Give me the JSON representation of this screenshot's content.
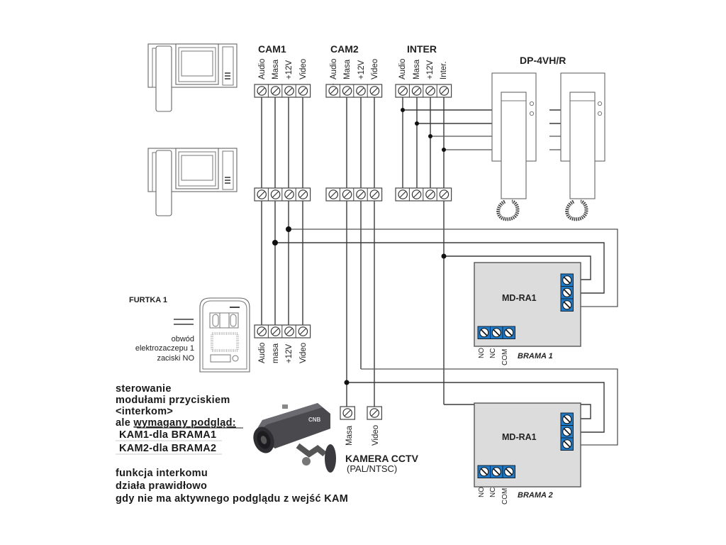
{
  "groups": {
    "cam1": {
      "title": "CAM1",
      "labels": [
        "Audio",
        "Masa",
        "+12V",
        "Video"
      ]
    },
    "cam2": {
      "title": "CAM2",
      "labels": [
        "Audio",
        "Masa",
        "+12V",
        "Video"
      ]
    },
    "inter": {
      "title": "INTER",
      "labels": [
        "Audio",
        "Masa",
        "+12V",
        "Inter."
      ]
    }
  },
  "doorphone": {
    "title": "DP-4VH/R"
  },
  "furtka": {
    "title": "FURTKA 1",
    "note_lines": [
      "obwód",
      "elektrozaczepu 1",
      "zaciski NO"
    ],
    "terminal_labels": [
      "Audio",
      "masa",
      "+12V",
      "Video"
    ]
  },
  "camera": {
    "title": "KAMERA CCTV",
    "subtitle": "(PAL/NTSC)",
    "terminal_labels": [
      "Masa",
      "Video"
    ],
    "brand": "CNB"
  },
  "modules": [
    {
      "name": "MD-RA1",
      "gate": "BRAMA 1",
      "relay_labels": [
        "NO",
        "NC",
        "COM"
      ]
    },
    {
      "name": "MD-RA1",
      "gate": "BRAMA 2",
      "relay_labels": [
        "NO",
        "NC",
        "COM"
      ]
    }
  ],
  "notes": {
    "block1": [
      "sterowanie",
      "modułami przyciskiem",
      "<interkom>"
    ],
    "block1_prefix": "ale ",
    "block1_underlined": "wymagany podgląd:",
    "block1_items": [
      "KAM1-dla BRAMA1",
      "KAM2-dla BRAMA2"
    ],
    "block2": [
      "funkcja interkomu",
      "działa prawidłowo",
      "gdy nie ma aktywnego podglądu z wejść KAM"
    ]
  },
  "colors": {
    "terminal_blue": "#1f7ac8",
    "module_gray": "#dcdcdc",
    "wire": "#3a3a3a"
  }
}
